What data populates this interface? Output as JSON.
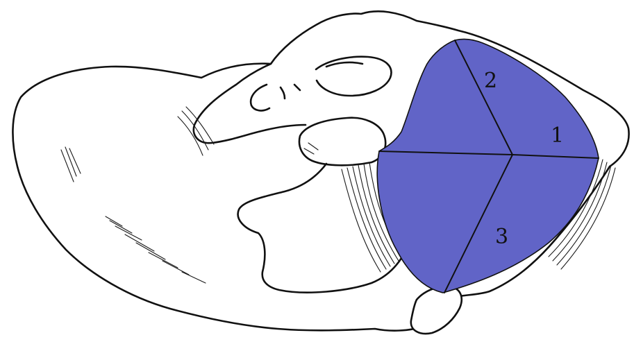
{
  "colors": {
    "region_fill": "#6164c7",
    "line": "#111111",
    "background": "#ffffff"
  },
  "labels": {
    "segment_1": "1",
    "segment_2": "2",
    "segment_3": "3"
  }
}
